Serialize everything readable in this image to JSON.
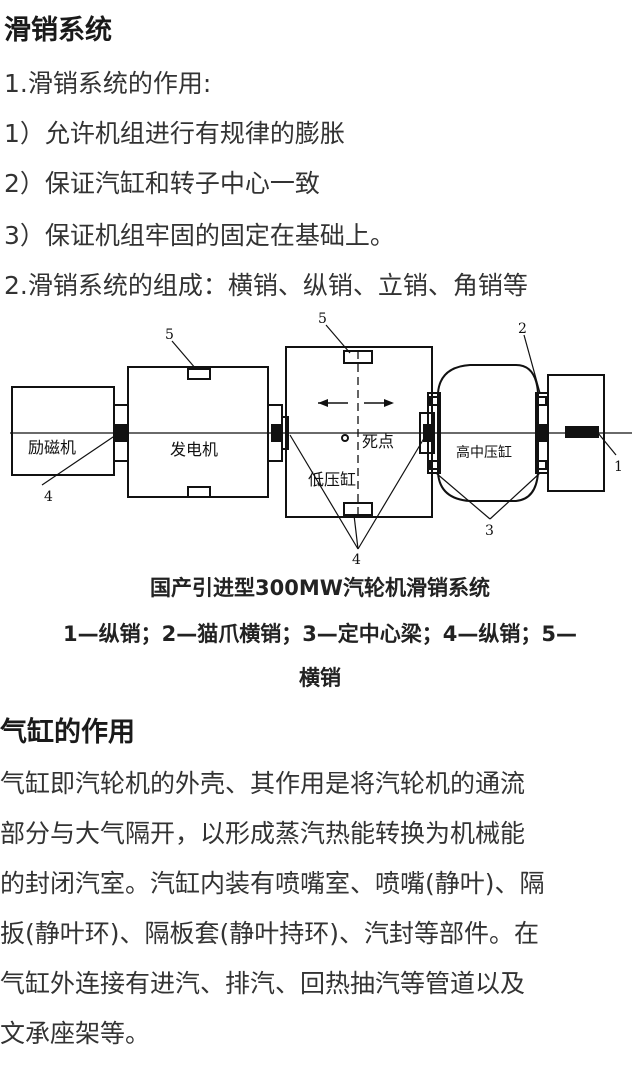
{
  "section1": {
    "title": "滑销系统",
    "lines": [
      "1.滑销系统的作用:",
      "1）允许机组进行有规律的膨胀",
      "2）保证汽缸和转子中心一致",
      "3）保证机组牢固的固定在基础上。",
      "2.滑销系统的组成：横销、纵销、立销、角销等"
    ]
  },
  "diagram": {
    "labels": {
      "exciter": "励磁机",
      "generator": "发电机",
      "lp_cylinder": "低压缸",
      "hip_cylinder": "高中压缸",
      "dead_point": "死点",
      "n1": "1",
      "n2": "2",
      "n3": "3",
      "n4_left": "4",
      "n4_center": "4",
      "n5_gen": "5",
      "n5_lp": "5"
    },
    "caption": "国产引进型300MW汽轮机滑销系统",
    "legend_line1": "1—纵销；2—猫爪横销；3—定中心梁；4—纵销；5—",
    "legend_line2": "横销"
  },
  "section2": {
    "title": "气缸的作用",
    "lines": [
      "气缸即汽轮机的外壳、其作用是将汽轮机的通流",
      "部分与大气隔开，以形成蒸汽热能转换为机械能",
      "的封闭汽室。汽缸内装有喷嘴室、喷嘴(静叶)、隔",
      "扳(静叶环)、隔板套(静叶持环)、汽封等部件。在",
      "气缸外连接有进汽、排汽、回热抽汽等管道以及",
      "文承座架等。"
    ]
  }
}
